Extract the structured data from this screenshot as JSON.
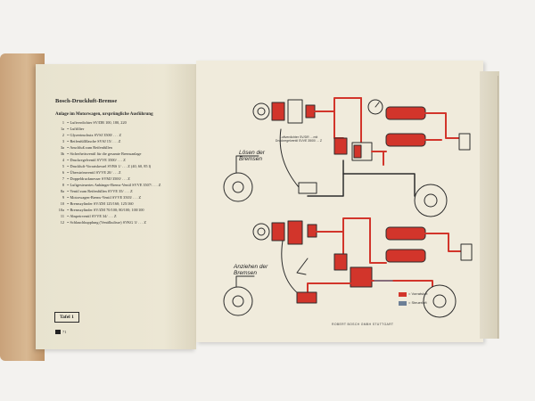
{
  "left_page": {
    "title": "Bosch-Druckluft-Bremse",
    "subtitle": "Anlage im Motorwagen, ursprüngliche Ausführung",
    "parts": [
      {
        "num": "1",
        "text": "= Luftverdichter SV/DR 100, 180, 220"
      },
      {
        "num": "1a",
        "text": "= Luftfilter"
      },
      {
        "num": "2",
        "text": "= Glyzerinschutz SVSJ 3500/ . . . Z"
      },
      {
        "num": "3",
        "text": "= Reifenfüllflasche SVSJ 15/ . . . Z"
      },
      {
        "num": "3a",
        "text": "= Anschluß zum Reifenfüllen"
      },
      {
        "num": "3b",
        "text": "= Sicherheitsventil für die gesamte Bremsanlage"
      },
      {
        "num": "4",
        "text": "= Druckregelventil SVVE 3500/ . . . Z"
      },
      {
        "num": "5",
        "text": "= Druckluft-Vorratskessel SVBS 1/ . . . Z (40, 60, 85 l)"
      },
      {
        "num": "6",
        "text": "= Überströmventil SVVE 20/ . . . Z"
      },
      {
        "num": "7",
        "text": "= Doppeldruckmesser SVMJ 3500/ . . . Z"
      },
      {
        "num": "8",
        "text": "= Luftgesteuertes Anhänger-Brems-Ventil SVVE 3507/ . . . Z"
      },
      {
        "num": "8a",
        "text": "= Ventil zum Reifenfüllen SVVE 35/ . . . Z"
      },
      {
        "num": "9",
        "text": "= Motorwagen-Brems-Ventil SVVE 3503/ . . . Z"
      },
      {
        "num": "10",
        "text": "= Bremszylinder SV/ZM 125/160; 125/160"
      },
      {
        "num": "10a",
        "text": "= Bremszylinder SV/ZM 70/100; 80/100; 100/100"
      },
      {
        "num": "11",
        "text": "= Abspeirventil SVVE 34/ . . . Z"
      },
      {
        "num": "12",
        "text": "= Schlauchkupplung (Ventilkulisse) SVKG 3/ . . . Z"
      }
    ],
    "tafel": "Tafel 1",
    "page_number": "71"
  },
  "right_page": {
    "label_release": "Lösen der Bremsen",
    "label_apply": "Anziehen der Bremsen",
    "legend_vorrat": "= Vorratsluft",
    "legend_steuer": "= Steuerluft",
    "manufacturer": "ROBERT BOSCH GMBH STUTTGART",
    "compressor_caption": "Luftverdichter SV/DR ... mit Druckregelventil SVVE 3500/ ... Z"
  },
  "colors": {
    "air_red": "#d2352b",
    "line_dark": "#2c2c2c",
    "legend_blue": "#6d7f96",
    "paper": "#f0ebdc"
  }
}
